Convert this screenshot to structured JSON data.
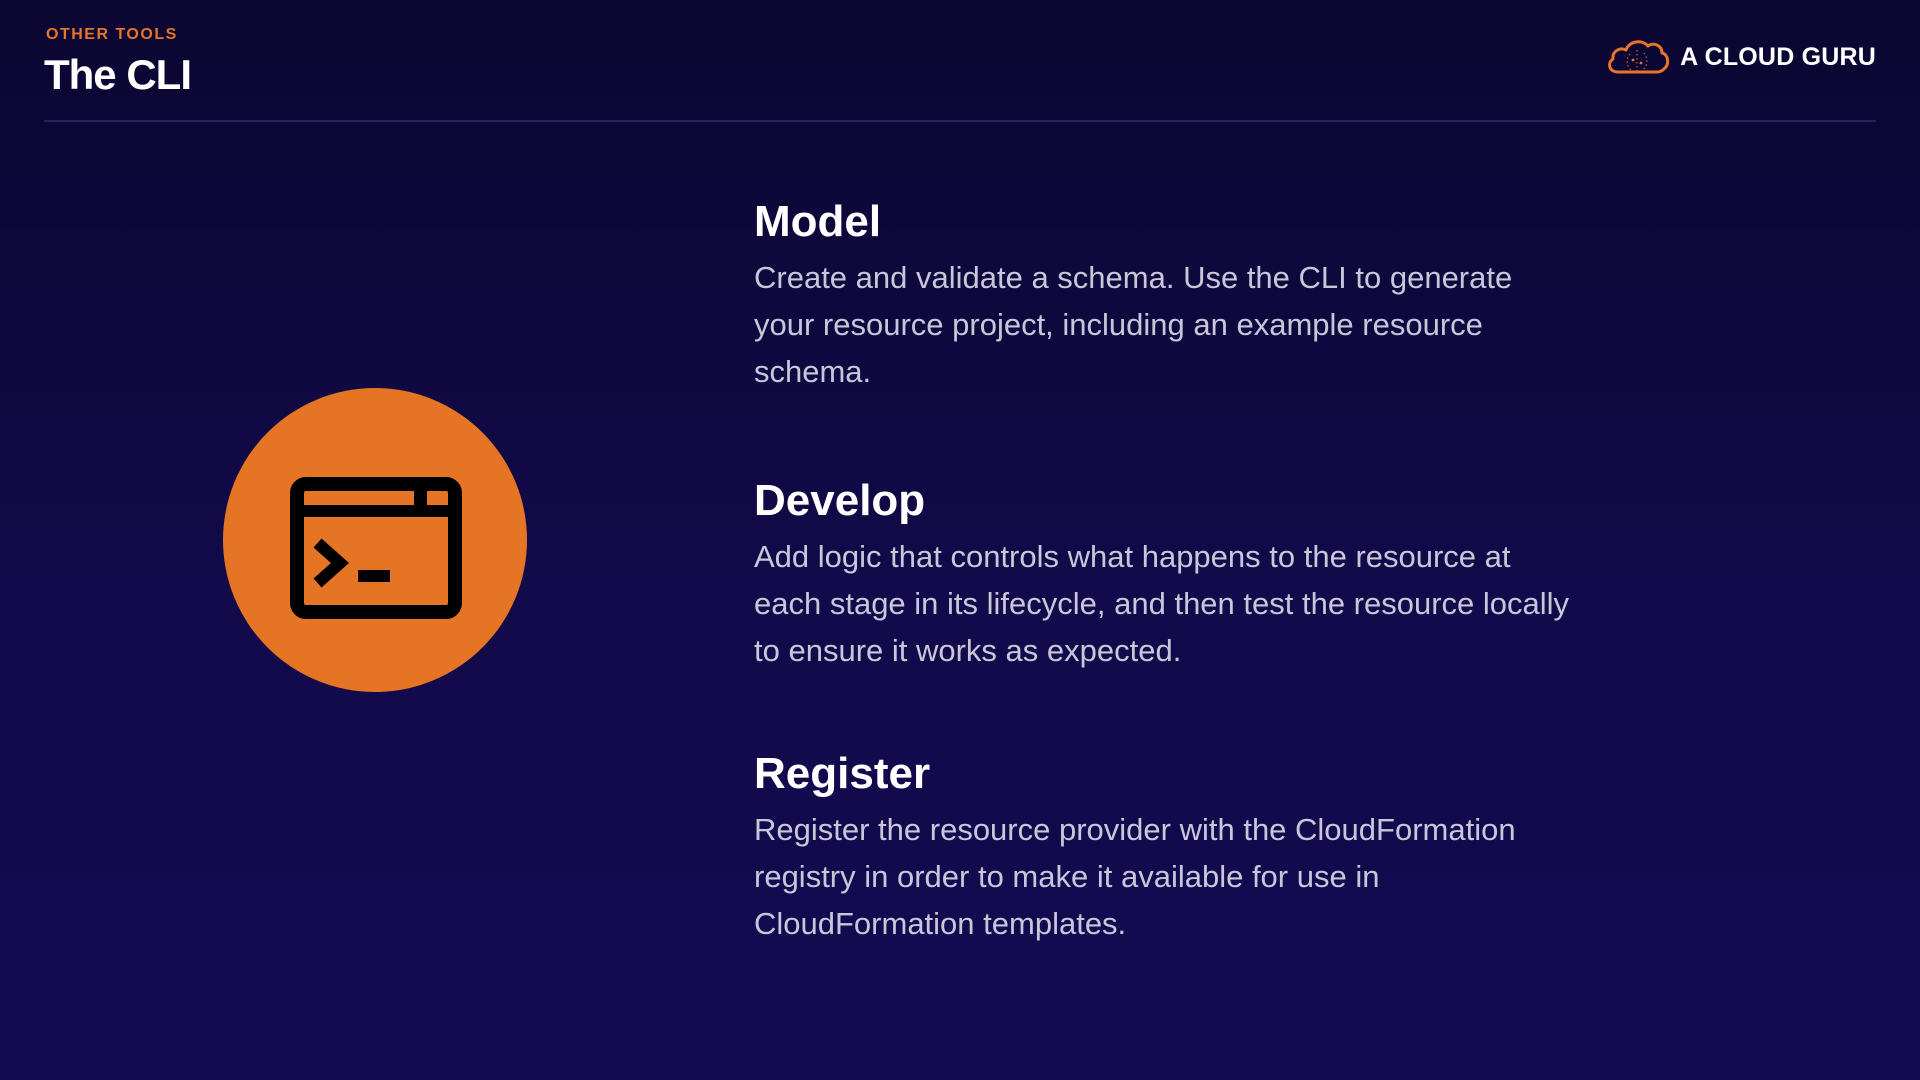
{
  "header": {
    "eyebrow": "OTHER TOOLS",
    "title": "The CLI",
    "brand": "A CLOUD GURU",
    "brand_icon": "cloud-logo-icon"
  },
  "hero": {
    "icon": "terminal-window-icon",
    "circle_color": "#e57424"
  },
  "sections": [
    {
      "heading": "Model",
      "body": "Create and validate a schema. Use the CLI to generate your resource project, including an example resource schema."
    },
    {
      "heading": "Develop",
      "body": "Add logic that controls what happens to the resource at each stage in its lifecycle, and then test the resource locally to ensure it works as expected."
    },
    {
      "heading": "Register",
      "body": "Register the resource provider with the CloudFormation registry in order to make it available for use in CloudFormation templates."
    }
  ],
  "colors": {
    "background": "#0f0840",
    "accent": "#e8742a",
    "heading": "#ffffff",
    "body_text": "#c9c6da"
  }
}
